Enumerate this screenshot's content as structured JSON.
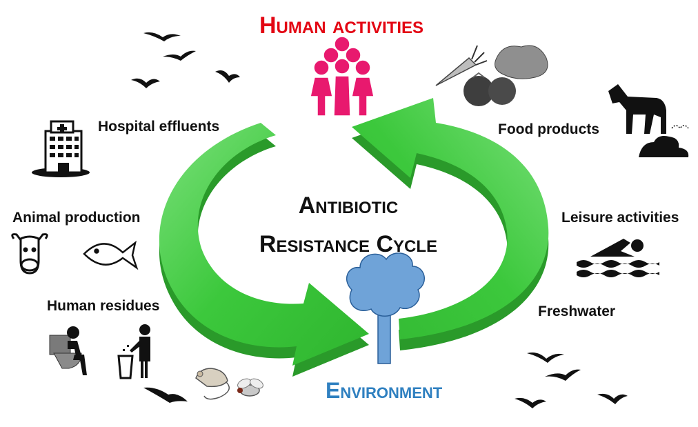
{
  "diagram": {
    "center_title": [
      "Antibiotic",
      "Resistance Cycle"
    ],
    "top_node": "Human activities",
    "bottom_node": "Environment",
    "left_labels": {
      "hospital": "Hospital effluents",
      "animal": "Animal production",
      "residues": "Human residues"
    },
    "right_labels": {
      "food": "Food products",
      "leisure": "Leisure activities",
      "freshwater": "Freshwater"
    },
    "colors": {
      "arrow_green": "#3cc83c",
      "arrow_dark": "#2a9a2a",
      "human_red": "#e30613",
      "people_pink": "#e8196e",
      "environment_blue": "#2f80c0",
      "tree_blue": "#6fa3d8"
    },
    "icons": [
      "birds-icon",
      "hospital-icon",
      "cow-icon",
      "fish-icon",
      "toilet-person-icon",
      "trash-person-icon",
      "bird-icon",
      "rat-icon",
      "fly-icon",
      "people-group-icon",
      "vegetables-icon",
      "horse-icon",
      "manure-icon",
      "swimmer-icon",
      "tree-icon"
    ]
  }
}
